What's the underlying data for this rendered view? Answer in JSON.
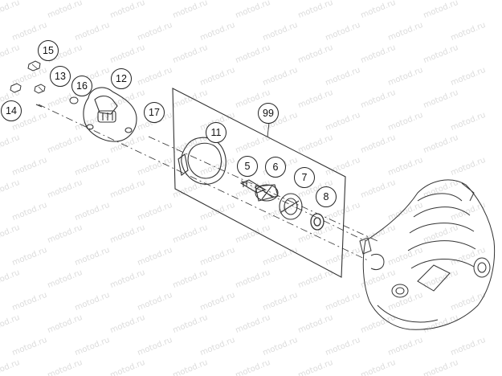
{
  "watermark": {
    "text": "motod.ru"
  },
  "callouts": [
    {
      "id": "c15",
      "label": "15"
    },
    {
      "id": "c13",
      "label": "13"
    },
    {
      "id": "c16",
      "label": "16"
    },
    {
      "id": "c12",
      "label": "12"
    },
    {
      "id": "c14",
      "label": "14"
    },
    {
      "id": "c17",
      "label": "17"
    },
    {
      "id": "c99",
      "label": "99"
    },
    {
      "id": "c11",
      "label": "11"
    },
    {
      "id": "c5",
      "label": "5"
    },
    {
      "id": "c6",
      "label": "6"
    },
    {
      "id": "c7",
      "label": "7"
    },
    {
      "id": "c8",
      "label": "8"
    }
  ],
  "colors": {
    "line": "#333333",
    "watermark": "#dcdcdc",
    "background": "#ffffff"
  }
}
